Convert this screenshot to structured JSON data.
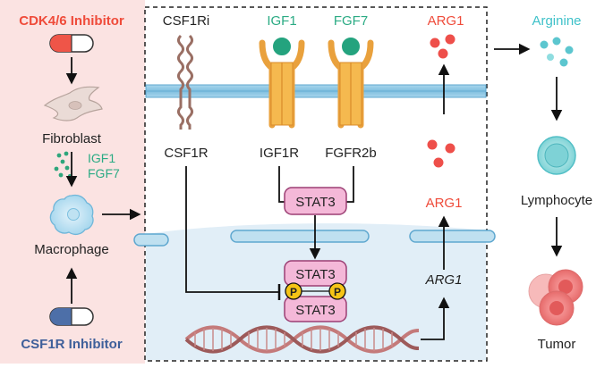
{
  "left": {
    "cdk46_inhibitor": "CDK4/6 Inhibitor",
    "fibroblast": "Fibroblast",
    "igf1": "IGF1",
    "fgf7": "FGF7",
    "macrophage": "Macrophage",
    "csf1r_inhibitor": "CSF1R Inhibitor"
  },
  "center": {
    "csf1ri": "CSF1Ri",
    "igf1": "IGF1",
    "fgf7": "FGF7",
    "arg1_top": "ARG1",
    "csf1r": "CSF1R",
    "igf1r": "IGF1R",
    "fgfr2b": "FGFR2b",
    "stat3": "STAT3",
    "arg1_mid": "ARG1",
    "stat3_top": "STAT3",
    "stat3_bottom": "STAT3",
    "phospho": "P",
    "arg1_gene": "ARG1"
  },
  "right": {
    "arginine": "Arginine",
    "lymphocyte": "Lymphocyte",
    "tumor": "Tumor"
  },
  "colors": {
    "red_label": "#ef4b3a",
    "blue_label": "#3e5f9a",
    "green_label": "#2bab84",
    "teal_label": "#3ec1c9",
    "stat3_fill": "#f4b8d8",
    "stat3_stroke": "#9b3e73",
    "phospho_fill": "#f5c416",
    "arg1_dot": "#ee4f4a"
  }
}
